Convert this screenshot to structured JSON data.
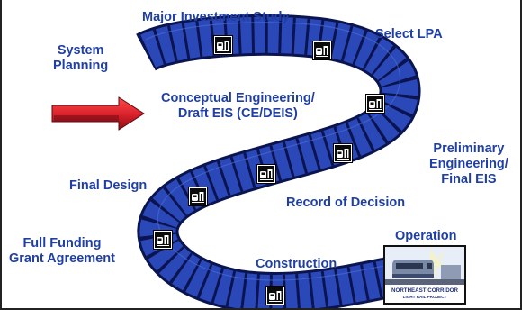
{
  "diagram": {
    "stages": [
      {
        "id": "system-planning",
        "lines": [
          "System",
          "Planning"
        ]
      },
      {
        "id": "major-investment-study",
        "lines": [
          "Major Investment Study"
        ]
      },
      {
        "id": "select-lpa",
        "lines": [
          "Select LPA"
        ]
      },
      {
        "id": "conceptual-engineering",
        "lines": [
          "Conceptual Engineering/",
          "Draft EIS (CE/DEIS)"
        ]
      },
      {
        "id": "preliminary-engineering",
        "lines": [
          "Preliminary",
          "Engineering/",
          "Final EIS"
        ]
      },
      {
        "id": "record-of-decision",
        "lines": [
          "Record of Decision"
        ]
      },
      {
        "id": "final-design",
        "lines": [
          "Final Design"
        ]
      },
      {
        "id": "full-funding",
        "lines": [
          "Full Funding",
          "Grant Agreement"
        ]
      },
      {
        "id": "construction",
        "lines": [
          "Construction"
        ]
      },
      {
        "id": "operation",
        "lines": [
          "Operation"
        ]
      }
    ],
    "logo": {
      "line1": "NORTHEAST CORRIDOR",
      "line2": "LIGHT RAIL PROJECT"
    },
    "colors": {
      "track": "#1f3ca8",
      "track_edge": "#0a1550",
      "label": "#1f3fa6",
      "arrow": "#d8202a"
    },
    "icons": [
      "start-arrow-icon",
      "train-station-icon",
      "light-rail-logo"
    ]
  }
}
